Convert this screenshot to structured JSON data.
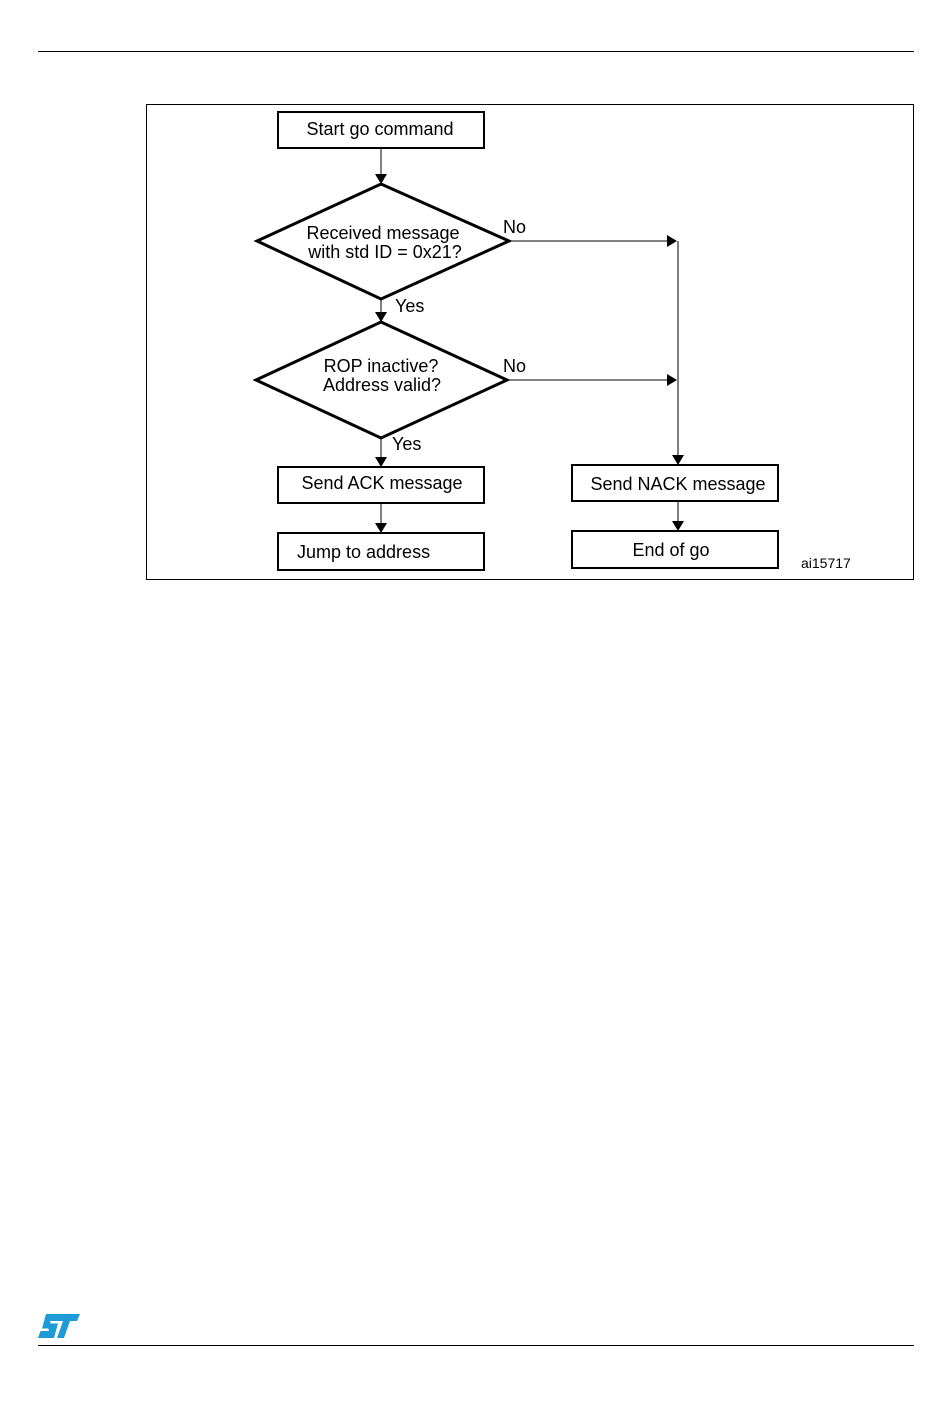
{
  "flowchart": {
    "nodes": {
      "start": "Start go command",
      "decision_message_line1": "Received message",
      "decision_message_line2": "with std ID = 0x21?",
      "decision_rop_line1": "ROP inactive?",
      "decision_rop_line2": "Address valid?",
      "send_ack": "Send ACK message",
      "jump": "Jump to address",
      "send_nack": "Send NACK message",
      "end": "End of go"
    },
    "edge_labels": {
      "message_no": "No",
      "message_yes": "Yes",
      "rop_no": "No",
      "rop_yes": "Yes"
    },
    "figure_code": "ai15717"
  },
  "branding": {
    "logo_name": "st-logo-icon",
    "logo_color": "#1e9bd7"
  }
}
